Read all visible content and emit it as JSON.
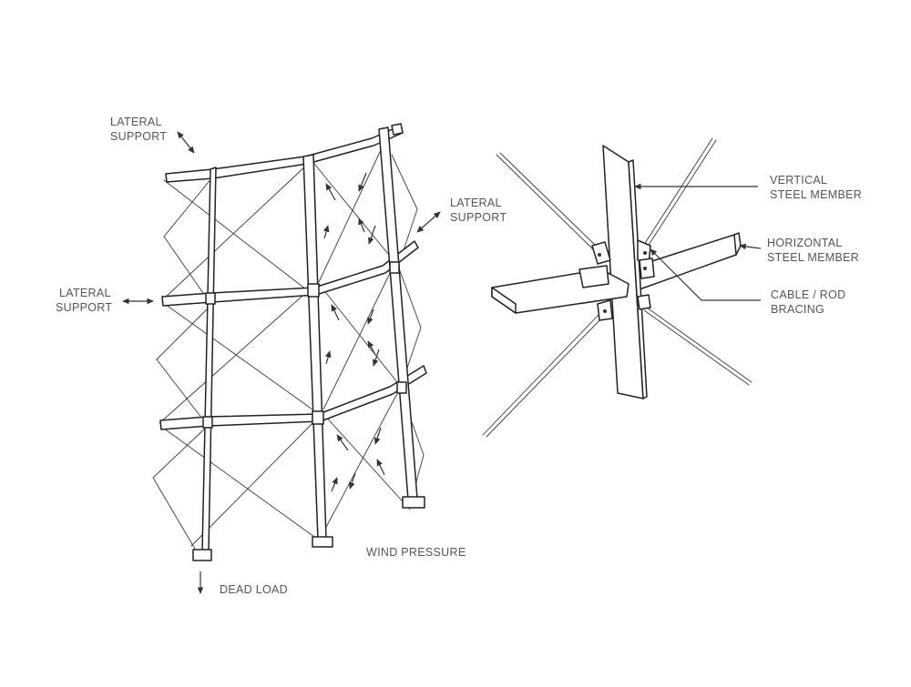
{
  "labels": {
    "lateral_support_top_line1": "LATERAL",
    "lateral_support_top_line2": "SUPPORT",
    "lateral_support_left_line1": "LATERAL",
    "lateral_support_left_line2": "SUPPORT",
    "lateral_support_right_line1": "LATERAL",
    "lateral_support_right_line2": "SUPPORT",
    "dead_load": "DEAD LOAD",
    "wind_pressure": "WIND PRESSURE",
    "vertical_member_line1": "VERTICAL",
    "vertical_member_line2": "STEEL MEMBER",
    "horizontal_member_line1": "HORIZONTAL",
    "horizontal_member_line2": "STEEL MEMBER",
    "cable_bracing_line1": "CABLE / ROD",
    "cable_bracing_line2": "BRACING"
  },
  "colors": {
    "ink": "#2b2b2b",
    "label": "#555555",
    "background": "#ffffff"
  }
}
